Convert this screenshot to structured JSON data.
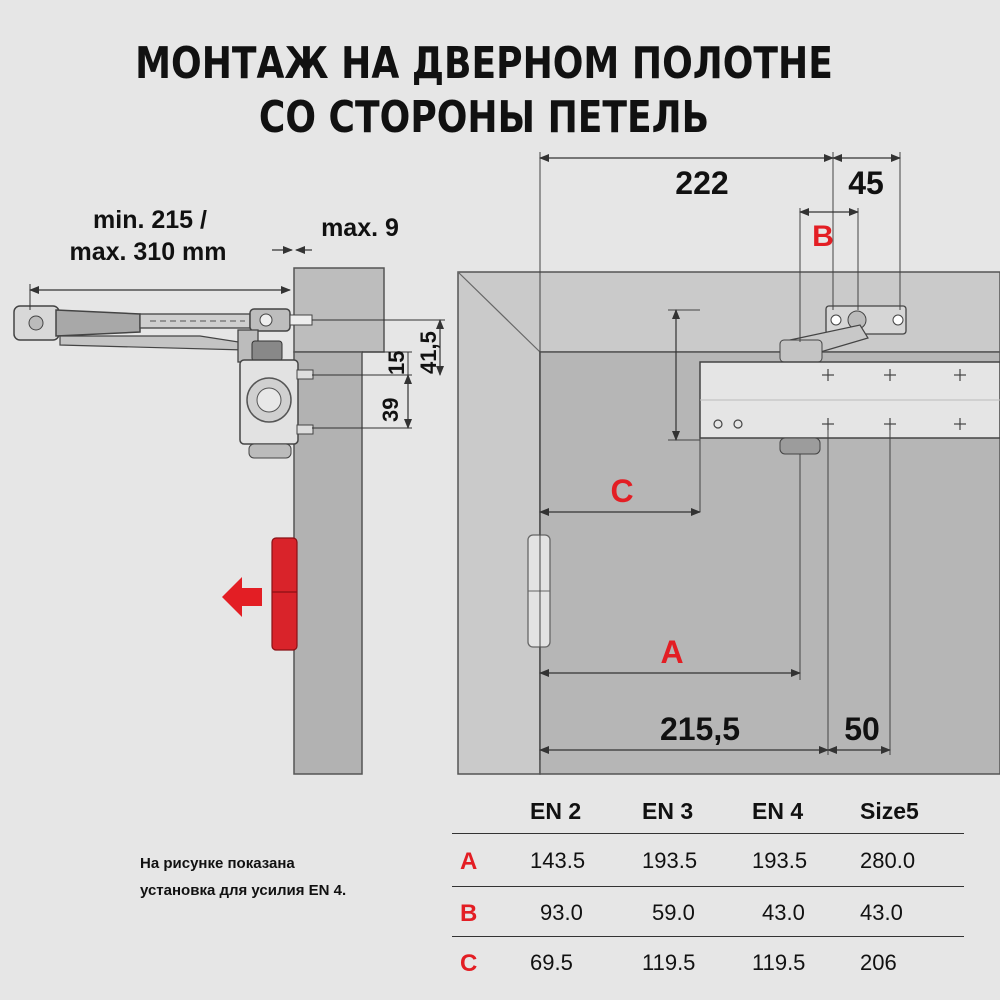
{
  "title": {
    "line1": "МОНТАЖ НА ДВЕРНОМ ПОЛОТНЕ",
    "line2": "СО СТОРОНЫ ПЕТЕЛЬ"
  },
  "side_view": {
    "arm_length": "min. 215 /\nmax. 310 mm",
    "arm_length_line1": "min. 215 /",
    "arm_length_line2": "max. 310 mm",
    "max_gap": "max. 9",
    "dim_15": "15",
    "dim_41_5": "41,5",
    "dim_39": "39"
  },
  "front_view": {
    "dim_222": "222",
    "dim_45": "45",
    "label_B": "B",
    "label_C": "C",
    "label_A": "A",
    "dim_215_5": "215,5",
    "dim_50": "50"
  },
  "note": "На рисунке показана установка для усилия EN 4.",
  "table": {
    "headers": [
      "EN 2",
      "EN 3",
      "EN 4",
      "Size5"
    ],
    "rows": [
      {
        "label": "A",
        "values": [
          "143.5",
          "193.5",
          "193.5",
          "280.0"
        ]
      },
      {
        "label": "B",
        "values": [
          "93.0",
          "59.0",
          "43.0",
          "43.0"
        ]
      },
      {
        "label": "C",
        "values": [
          "69.5",
          "119.5",
          "119.5",
          "206"
        ]
      }
    ]
  },
  "colors": {
    "accent_red": "#e31e24",
    "background": "#e6e6e6",
    "door": "#b4b4b4",
    "frame": "#c9c9c9"
  }
}
